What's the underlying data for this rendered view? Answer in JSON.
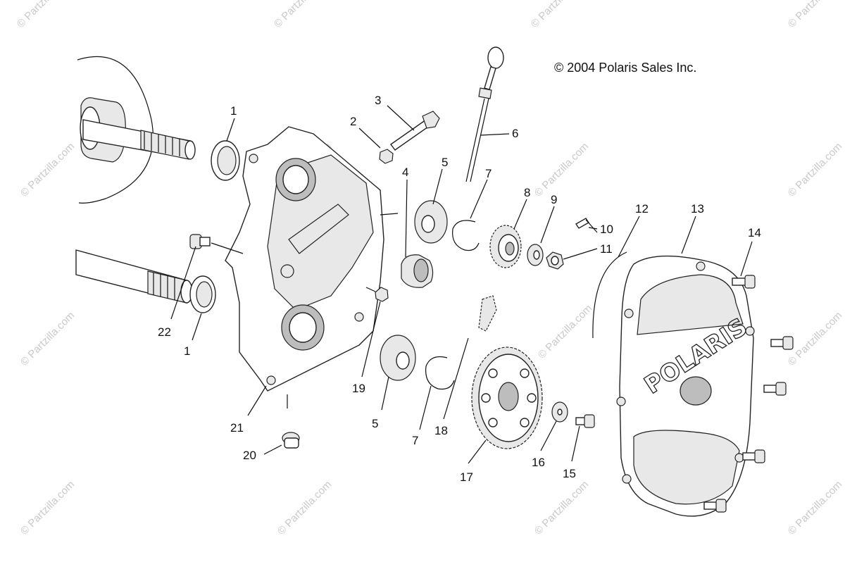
{
  "copyright": "© 2004 Polaris Sales Inc.",
  "logo_text": "POLARIS",
  "watermark_text": "© Partzilla.com",
  "callouts": {
    "c1a": "1",
    "c1b": "1",
    "c2": "2",
    "c3": "3",
    "c4": "4",
    "c5a": "5",
    "c5b": "5",
    "c6": "6",
    "c7a": "7",
    "c7b": "7",
    "c8": "8",
    "c9": "9",
    "c10": "10",
    "c11": "11",
    "c12": "12",
    "c13": "13",
    "c14": "14",
    "c15": "15",
    "c16": "16",
    "c17": "17",
    "c18": "18",
    "c19": "19",
    "c20": "20",
    "c21": "21",
    "c22": "22"
  }
}
